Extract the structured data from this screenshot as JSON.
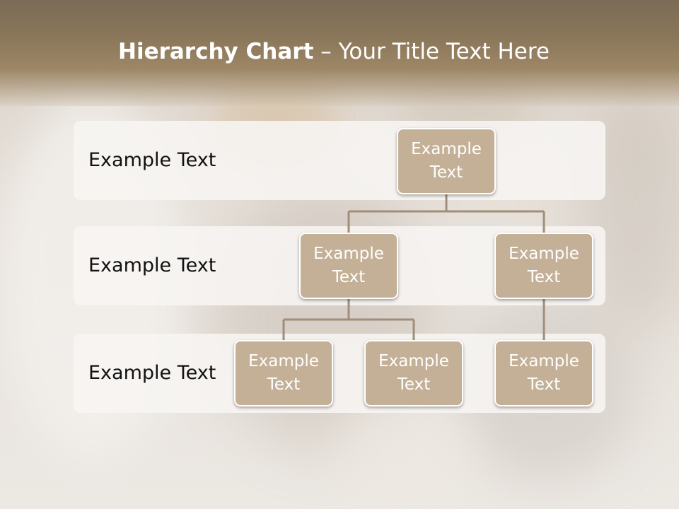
{
  "slide": {
    "title_bold": "Hierarchy Chart",
    "title_rest": " – Your Title Text Here"
  },
  "bands": [
    {
      "label": "Example Text"
    },
    {
      "label": "Example Text"
    },
    {
      "label": "Example Text"
    }
  ],
  "nodes": [
    {
      "text": "Example Text",
      "level": 1
    },
    {
      "text": "Example Text",
      "level": 2
    },
    {
      "text": "Example Text",
      "level": 2
    },
    {
      "text": "Example Text",
      "level": 3
    },
    {
      "text": "Example Text",
      "level": 3
    },
    {
      "text": "Example Text",
      "level": 3
    }
  ],
  "colors": {
    "header": "#8a7659",
    "node_fill": "#c4b096",
    "node_border": "#ffffff",
    "connector": "#a08e77",
    "band_fill": "#f7f5f2"
  }
}
